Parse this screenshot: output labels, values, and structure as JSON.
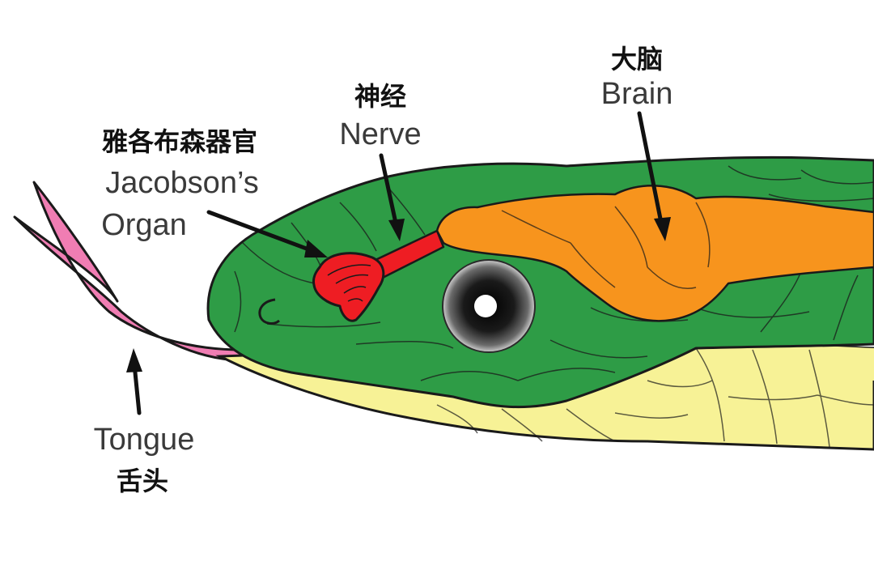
{
  "labels": {
    "jacobson": {
      "zh": "雅各布森器官",
      "en_line1": "Jacobson’s",
      "en_line2": "Organ"
    },
    "nerve": {
      "zh": "神经",
      "en": "Nerve"
    },
    "brain": {
      "zh": "大脑",
      "en": "Brain"
    },
    "tongue": {
      "en": "Tongue",
      "zh": "舌头"
    }
  },
  "colors": {
    "skin": "#2e9c46",
    "belly": "#f7f296",
    "brain": "#f7941d",
    "organ": "#ee1d23",
    "tongue": "#f07db3",
    "outline": "#1a1a1a"
  }
}
